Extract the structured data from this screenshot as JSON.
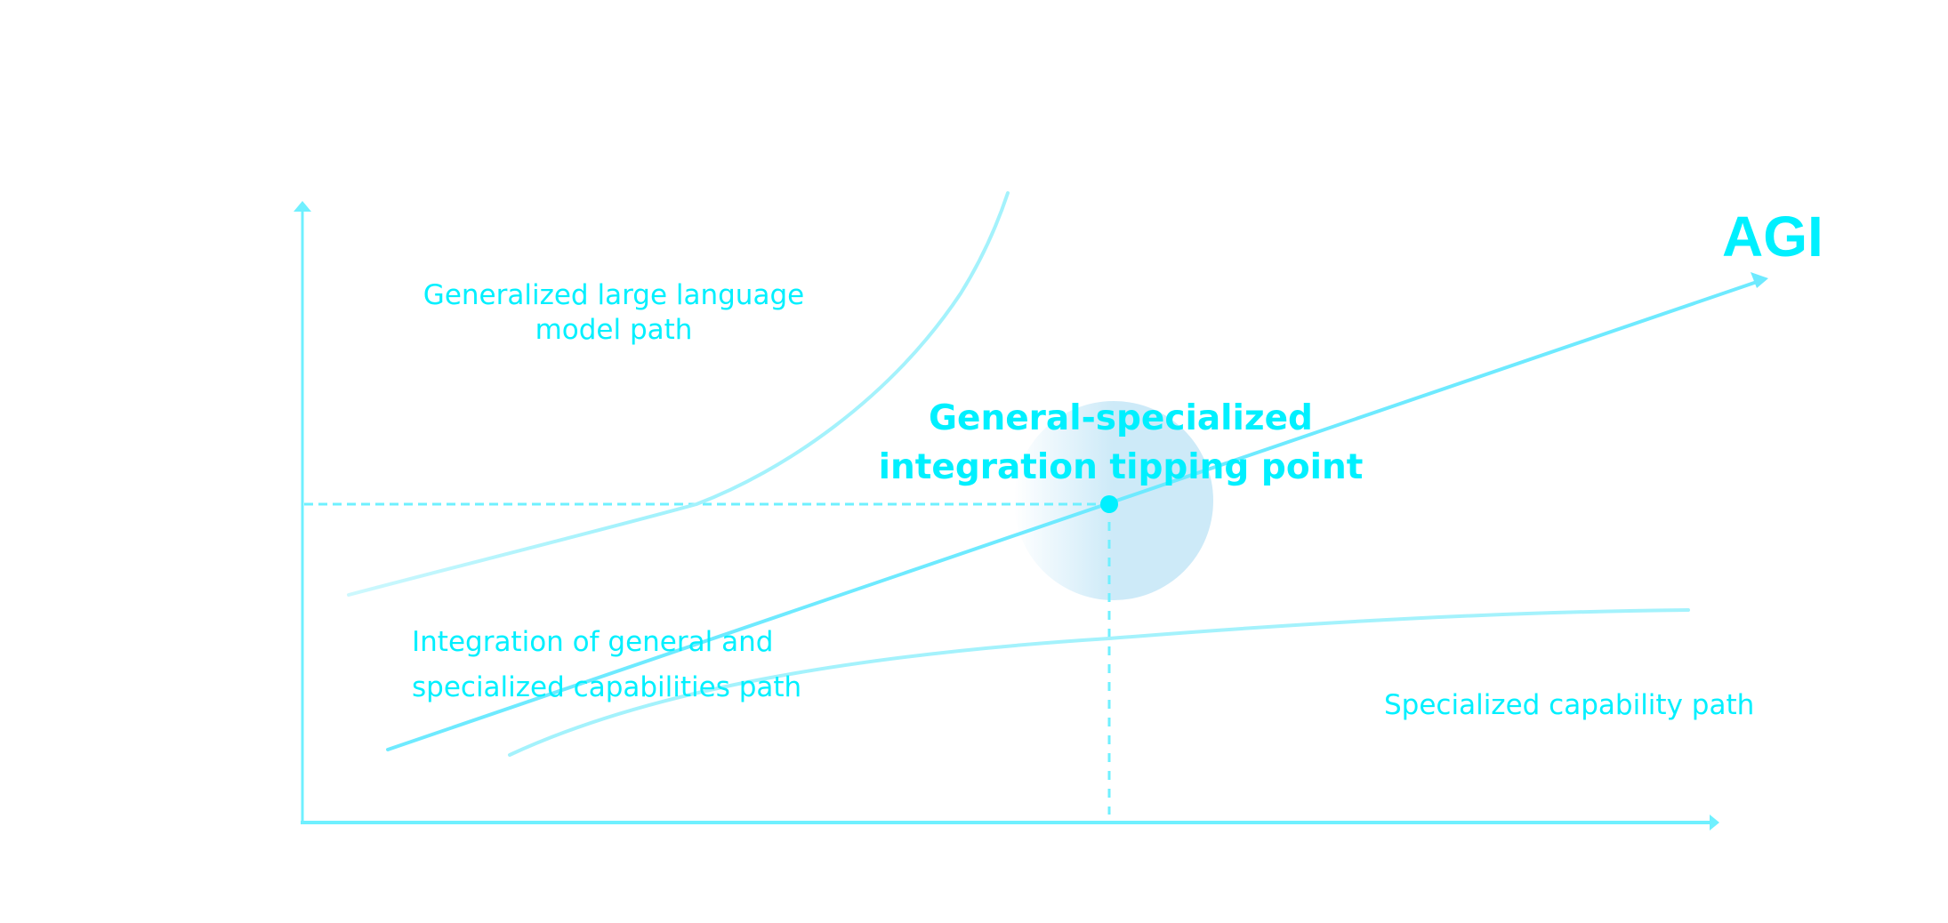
{
  "diagram": {
    "colors": {
      "text": "#00f0ff",
      "axis": "#6ff0ff",
      "main_path": "#6eeaff",
      "soft_path": "#a4f2fc",
      "guide": "#6ff0ff",
      "point": "#00f0ff",
      "halo_start": "#ffffff",
      "halo_end": "#cdeaf8"
    },
    "labels": {
      "agi": "AGI",
      "llm_path_line1": "Generalized large language",
      "llm_path_line2": "model path",
      "tipping_line1": "General-specialized",
      "tipping_line2": "integration tipping point",
      "integration_line1": "Integration of general and",
      "integration_line2": "specialized capabilities path",
      "specialized_path": "Specialized capability path"
    },
    "paths": [
      {
        "id": "generalized-llm-path",
        "shape": "exponential-curve",
        "ends_in_arrow": false
      },
      {
        "id": "integration-path",
        "shape": "straight-line",
        "ends_in_arrow": true,
        "target": "AGI"
      },
      {
        "id": "specialized-path",
        "shape": "saturating-curve",
        "ends_in_arrow": false
      }
    ],
    "tipping_point": {
      "on_path": "integration-path",
      "highlighted": true
    }
  }
}
